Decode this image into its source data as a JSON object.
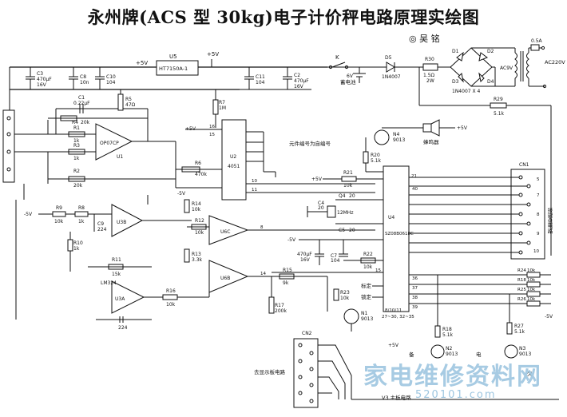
{
  "title": "永州牌(ACS 型 30kg)电子计价秤电路原理实绘图",
  "author": "◎ 吴 铭",
  "labels": {
    "u5": "U5",
    "u5_part": "HT7150A-1",
    "plus5v": "+5V",
    "k": "K",
    "d5": "D5",
    "d5_part": "1N4007",
    "r30": "R30",
    "r30_val": "1.5Ω",
    "r30_w": "2W",
    "d1": "D1",
    "d2": "D2",
    "d3": "D3",
    "d4": "D4",
    "bridge_part": "1N4007 X 4",
    "fuse": "0.5A",
    "ac": "AC220V",
    "acv": "AC9V",
    "bat": "6V",
    "bat_label": "蓄电池",
    "c1": "C1",
    "c1_val": "0.22μF",
    "c3": "C3",
    "c3_val": "470μF",
    "c3_v": "16V",
    "c8": "C8",
    "c8_val": "10n",
    "c10": "C10",
    "c10_val": "104",
    "c11": "C11",
    "c11_val": "104",
    "c2": "C2",
    "c2_val": "470μF",
    "c2_v": "16V",
    "r5": "R5",
    "r5_val": "47Ω",
    "r7": "R7",
    "r7_val": "1M",
    "r4": "R4",
    "r4_val": "20k",
    "r1": "R1",
    "r1_val": "1k",
    "r3": "R3",
    "r3_val": "1k",
    "r2": "R2",
    "r2_val": "20k",
    "u1": "U1",
    "u1_part": "OP07CP",
    "u2": "U2",
    "u2_part": "4051",
    "r6": "R6",
    "r6_val": "470k",
    "r29": "R29",
    "r29_val": "5.1k",
    "buzzer": "蜂鸣器",
    "n4": "N4",
    "n4_part": "9013",
    "r20": "R20",
    "r20_val": "5.1k",
    "note": "元件编号为自编号",
    "r21": "R21",
    "r21_val": "10k",
    "q4": "Q4",
    "q4_val": "20",
    "c4": "C4",
    "c4_val": "20",
    "c5": "C5",
    "c5_val": "20",
    "x_val": "12MHz",
    "c7": "C7",
    "c7_val": "104",
    "c6_val": "470μF",
    "c6_v": "16V",
    "r22": "R22",
    "r22_val": "10k",
    "u4": "U4",
    "u4_part": "SZ08B0618C",
    "pins_note": "8/10/11",
    "pins_note2": "27~30, 32~35",
    "cn1": "CN1",
    "cn1_side": "接键盘电路",
    "cn2": "CN2",
    "cn2_side": "去显示板电路",
    "minus5v": "-5V",
    "r9": "R9",
    "r9_val": "10k",
    "r8": "R8",
    "r8_val": "1k",
    "c9": "C9",
    "c9_val": "224",
    "u3b": "U3B",
    "u3a": "U3A",
    "u3_part": "LM324",
    "r10": "R10",
    "r10_val": "1k",
    "r11": "R11",
    "r11_val": "15k",
    "r14": "R14",
    "r14_val": "10k",
    "r12": "R12",
    "r12_val": "10k",
    "r13": "R13",
    "r13_val": "3.3k",
    "u6c": "U6C",
    "u6b": "U6B",
    "r16": "R16",
    "r16_val": "10k",
    "c13_val": "224",
    "r15": "R15",
    "r15_val": "9k",
    "r17": "R17",
    "r17_val": "200k",
    "r23": "R23",
    "r23_val": "10k",
    "n1": "N1",
    "n1_part": "9013",
    "biao": "标定",
    "suoding": "锁定",
    "r24": "R24",
    "r24_val": "10k",
    "r18_r": "R18",
    "r18_rv": "10k",
    "r25": "R25",
    "r25_val": "10k",
    "r26": "R26",
    "r26_val": "10k",
    "r18": "R18",
    "r18_val": "5.1k",
    "r27": "R27",
    "r27_val": "5.1k",
    "n2": "N2",
    "n2_part": "9013",
    "n3": "N3",
    "n3_part": "9013",
    "bei": "备",
    "dian": "电",
    "qian": "欠",
    "board": "V3 主板电路"
  },
  "watermark": {
    "main": "家电维修资料网",
    "sub": "520101.com"
  },
  "colors": {
    "ink": "#111111",
    "watermark": "#9ec6e0"
  }
}
